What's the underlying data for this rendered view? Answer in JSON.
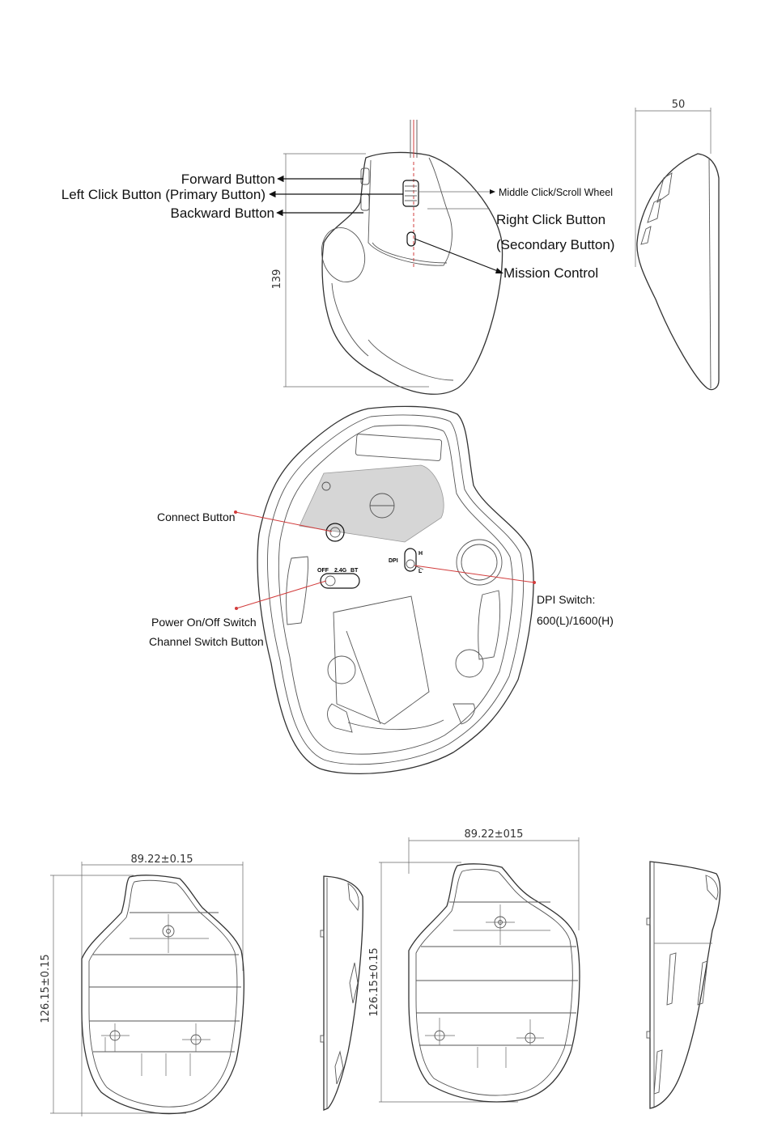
{
  "callouts": {
    "forward": "Forward Button",
    "left_click": "Left Click Button (Primary Button)",
    "backward": "Backward Button",
    "middle": "Middle Click/Scroll Wheel",
    "right_click_1": "Right Click Button",
    "right_click_2": "(Secondary Button)",
    "mission": "Mission Control",
    "connect": "Connect Button",
    "power_1": "Power On/Off Switch",
    "power_2": "Channel Switch Button",
    "dpi_1": "DPI Switch:",
    "dpi_2": "600(L)/1600(H)"
  },
  "switch_marks": {
    "off": "OFF",
    "g24": "2.4G",
    "bt": "BT",
    "dpi": "DPI",
    "h": "H",
    "l": "L"
  },
  "dimensions": {
    "top_height": "139",
    "side_width": "50",
    "bottom_width_left": "89.22±0.15",
    "bottom_height_left": "126.15±0.15",
    "bottom_width_right": "89.22±015",
    "bottom_height_right": "126.15±0.15"
  },
  "colors": {
    "callout_line": "#d23c3c",
    "outline": "#333333"
  }
}
